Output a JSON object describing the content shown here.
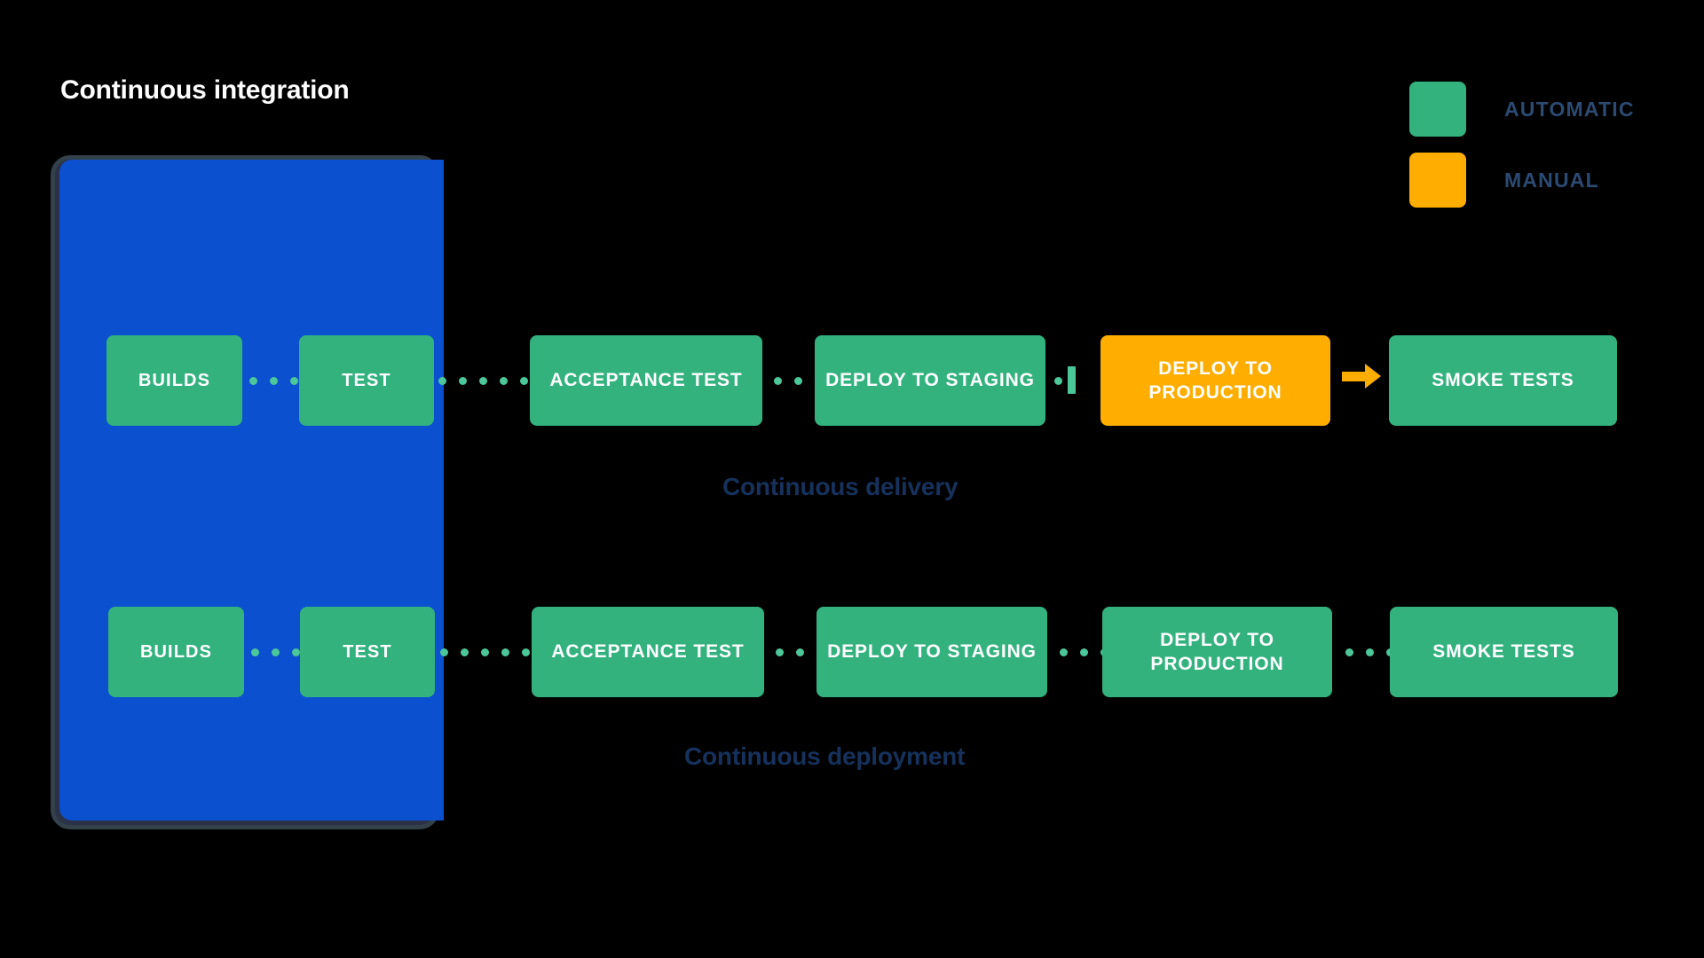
{
  "diagram": {
    "title": "Continuous integration",
    "ci_panel_label": "Continuous integration",
    "colors": {
      "automatic": "#33b27e",
      "manual": "#ffae00",
      "ci_panel": "#0b50ce",
      "ci_panel_border": "#33414a",
      "caption_text": "#16325c",
      "legend_text": "#2c4a72",
      "dot": "#4cc79a",
      "background": "#000000"
    },
    "legend": {
      "items": [
        {
          "label": "AUTOMATIC",
          "color": "#33b27e",
          "type": "automatic"
        },
        {
          "label": "MANUAL",
          "color": "#ffae00",
          "type": "manual"
        }
      ]
    },
    "rows": [
      {
        "id": "continuous-delivery",
        "caption": "Continuous delivery",
        "ci_stages": [
          {
            "label": "BUILDS",
            "type": "automatic"
          },
          {
            "label": "TEST",
            "type": "automatic"
          }
        ],
        "stages": [
          {
            "label": "ACCEPTANCE TEST",
            "type": "automatic"
          },
          {
            "label": "DEPLOY TO STAGING",
            "type": "automatic"
          },
          {
            "label": "DEPLOY TO PRODUCTION",
            "type": "manual"
          },
          {
            "label": "SMOKE TESTS",
            "type": "automatic"
          }
        ]
      },
      {
        "id": "continuous-deployment",
        "caption": "Continuous deployment",
        "ci_stages": [
          {
            "label": "BUILDS",
            "type": "automatic"
          },
          {
            "label": "TEST",
            "type": "automatic"
          }
        ],
        "stages": [
          {
            "label": "ACCEPTANCE TEST",
            "type": "automatic"
          },
          {
            "label": "DEPLOY TO STAGING",
            "type": "automatic"
          },
          {
            "label": "DEPLOY TO PRODUCTION",
            "type": "automatic"
          },
          {
            "label": "SMOKE TESTS",
            "type": "automatic"
          }
        ]
      }
    ],
    "node_labels": {
      "r1_builds": "BUILDS",
      "r1_test": "TEST",
      "r1_acceptance": "ACCEPTANCE TEST",
      "r1_staging": "DEPLOY TO STAGING",
      "r1_production": "DEPLOY TO PRODUCTION",
      "r1_smoke": "SMOKE TESTS",
      "r2_builds": "BUILDS",
      "r2_test": "TEST",
      "r2_acceptance": "ACCEPTANCE TEST",
      "r2_staging": "DEPLOY TO STAGING",
      "r2_production": "DEPLOY TO PRODUCTION",
      "r2_smoke": "SMOKE TESTS"
    },
    "captions": {
      "delivery": "Continuous delivery",
      "deployment": "Continuous deployment"
    }
  }
}
